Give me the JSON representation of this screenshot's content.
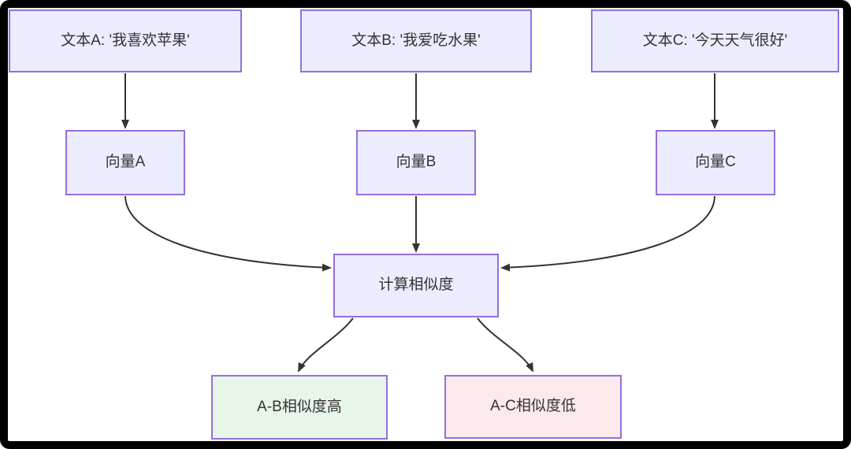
{
  "diagram": {
    "type": "flowchart",
    "colors": {
      "background": "#ffffff",
      "frame": "#000000",
      "node_fill": "#ececff",
      "node_border": "#9370db",
      "result_high_fill": "#e8f5e9",
      "result_low_fill": "#fce9ec",
      "text": "#333333",
      "arrow": "#333333"
    },
    "nodes": {
      "text_a": {
        "label": "文本A: '我喜欢苹果'"
      },
      "text_b": {
        "label": "文本B: '我爱吃水果'"
      },
      "text_c": {
        "label": "文本C: '今天天气很好'"
      },
      "vector_a": {
        "label": "向量A"
      },
      "vector_b": {
        "label": "向量B"
      },
      "vector_c": {
        "label": "向量C"
      },
      "compute": {
        "label": "计算相似度"
      },
      "result_ab": {
        "label": "A-B相似度高"
      },
      "result_ac": {
        "label": "A-C相似度低"
      }
    },
    "edges": [
      {
        "from": "text_a",
        "to": "vector_a"
      },
      {
        "from": "text_b",
        "to": "vector_b"
      },
      {
        "from": "text_c",
        "to": "vector_c"
      },
      {
        "from": "vector_a",
        "to": "compute"
      },
      {
        "from": "vector_b",
        "to": "compute"
      },
      {
        "from": "vector_c",
        "to": "compute"
      },
      {
        "from": "compute",
        "to": "result_ab"
      },
      {
        "from": "compute",
        "to": "result_ac"
      }
    ]
  }
}
